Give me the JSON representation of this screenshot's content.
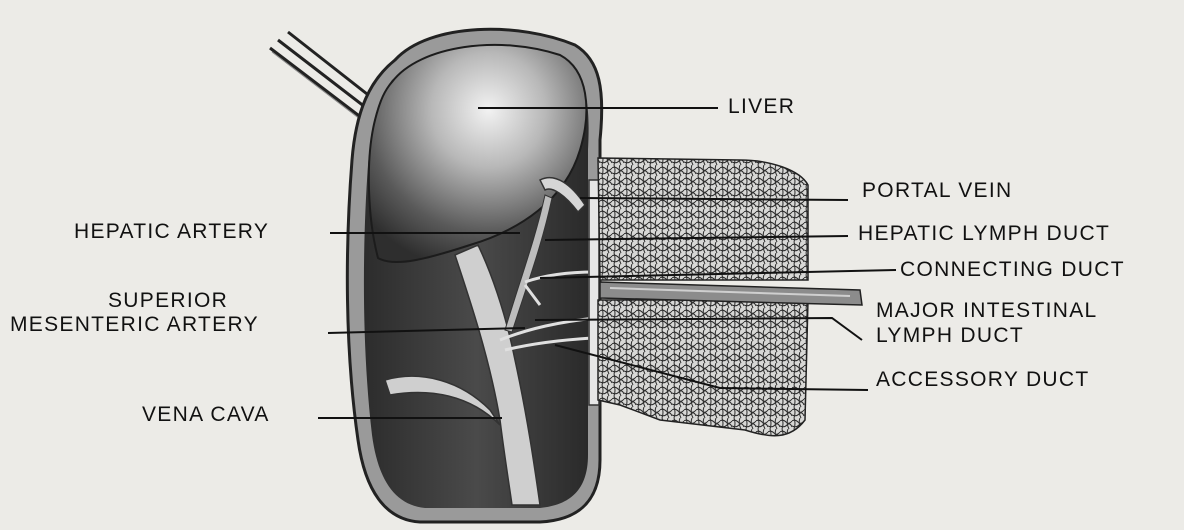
{
  "labels": {
    "liver": "LIVER",
    "portal_vein": "PORTAL VEIN",
    "hepatic_artery": "HEPATIC ARTERY",
    "hepatic_lymph_duct": "HEPATIC LYMPH DUCT",
    "connecting_duct": "CONNECTING DUCT",
    "superior_mesenteric_artery": [
      "SUPERIOR",
      "MESENTERIC ARTERY"
    ],
    "major_intestinal_lymph_duct": [
      "MAJOR INTESTINAL",
      "LYMPH DUCT"
    ],
    "accessory_duct": "ACCESSORY DUCT",
    "vena_cava": "VENA CAVA"
  },
  "colors": {
    "background": "#ecebe7",
    "ink": "#111111",
    "cavity_dark": "#3a3a3a",
    "organ_mid": "#6c6c6c",
    "vessel_light": "#cfcfcf"
  }
}
